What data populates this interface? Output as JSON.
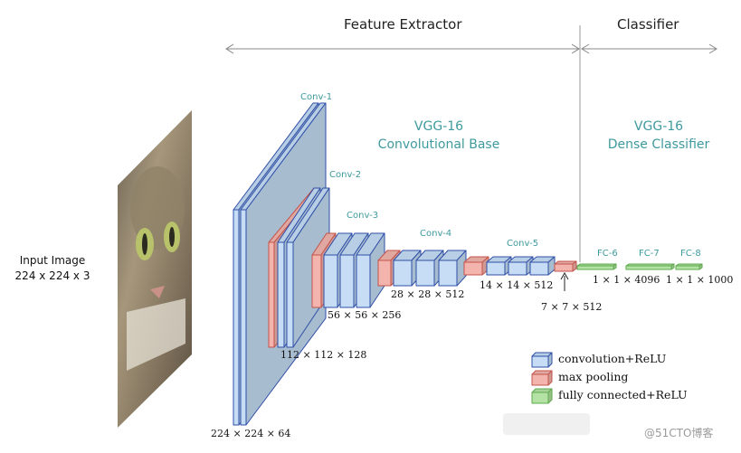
{
  "header": {
    "feature_extractor": "Feature Extractor",
    "classifier": "Classifier"
  },
  "sections": {
    "conv_base_line1": "VGG-16",
    "conv_base_line2": "Convolutional Base",
    "dense_line1": "VGG-16",
    "dense_line2": "Dense Classifier"
  },
  "input": {
    "line1": "Input Image",
    "line2": "224 x 224 x 3"
  },
  "blocks": {
    "conv1": "Conv-1",
    "conv2": "Conv-2",
    "conv3": "Conv-3",
    "conv4": "Conv-4",
    "conv5": "Conv-5",
    "fc6": "FC-6",
    "fc7": "FC-7",
    "fc8": "FC-8"
  },
  "dimensions": {
    "d224": "224 × 224 × 64",
    "d112": "112 × 112 × 128",
    "d56": "56 × 56 × 256",
    "d28": "28 × 28 × 512",
    "d14": "14 × 14 × 512",
    "d7": "7 × 7 × 512",
    "d4096": "1 × 1 × 4096",
    "d1000": "1 × 1 × 1000"
  },
  "legend": {
    "conv": "convolution+ReLU",
    "pool": "max pooling",
    "fc": "fully connected+ReLU"
  },
  "colors": {
    "conv_face": "#c6ddf5",
    "conv_edge": "#2f4fa8",
    "pool_face": "#f2b4ad",
    "pool_edge": "#c4544b",
    "fc_face": "#b3e2a4",
    "fc_edge": "#5eaa4d",
    "teal_text": "#3f9a9e"
  },
  "watermark": "@51CTO博客"
}
